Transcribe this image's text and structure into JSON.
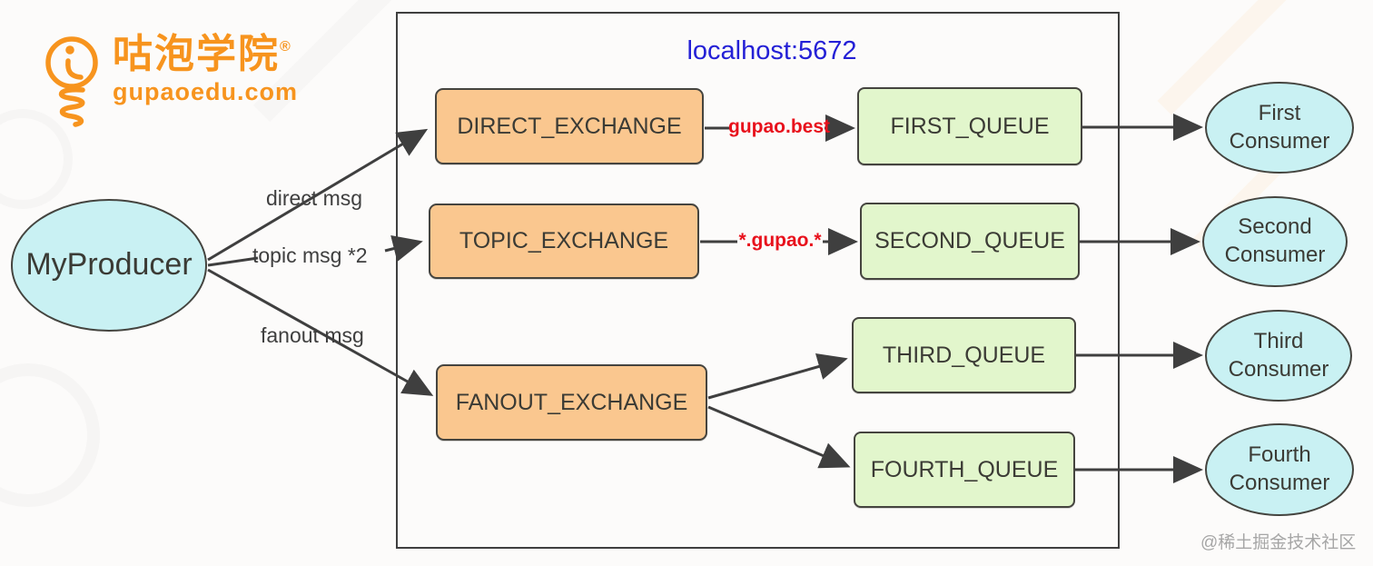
{
  "logo": {
    "brand_cn": "咕泡学院",
    "registered": "®",
    "domain": "gupaoedu.com",
    "color": "#f7941e"
  },
  "broker": {
    "title": "localhost:5672",
    "title_color": "#2420d6"
  },
  "producer": {
    "label": "MyProducer"
  },
  "exchanges": [
    {
      "id": "direct",
      "label": "DIRECT_EXCHANGE"
    },
    {
      "id": "topic",
      "label": "TOPIC_EXCHANGE"
    },
    {
      "id": "fanout",
      "label": "FANOUT_EXCHANGE"
    }
  ],
  "queues": [
    {
      "id": "first",
      "label": "FIRST_QUEUE"
    },
    {
      "id": "second",
      "label": "SECOND_QUEUE"
    },
    {
      "id": "third",
      "label": "THIRD_QUEUE"
    },
    {
      "id": "fourth",
      "label": "FOURTH_QUEUE"
    }
  ],
  "consumers": [
    {
      "id": "first",
      "label": "First Consumer"
    },
    {
      "id": "second",
      "label": "Second Consumer"
    },
    {
      "id": "third",
      "label": "Third Consumer"
    },
    {
      "id": "fourth",
      "label": "Fourth Consumer"
    }
  ],
  "edge_labels": {
    "direct": "direct msg",
    "topic": "topic msg *2",
    "fanout": "fanout msg"
  },
  "routing_keys": {
    "direct": "gupao.best",
    "topic": "*.gupao.*"
  },
  "watermark": {
    "text": "@稀土掘金技术社区"
  },
  "colors": {
    "exchange_fill": "#fac78f",
    "queue_fill": "#e2f6cc",
    "node_fill_cyan": "#c9f1f3",
    "node_border": "#45443f",
    "edge_line": "#3f3f3f",
    "broker_title": "#2420d6",
    "routing_key": "#e8111c",
    "logo_orange": "#f7941e",
    "watermark_gray": "#a6a6a6"
  }
}
